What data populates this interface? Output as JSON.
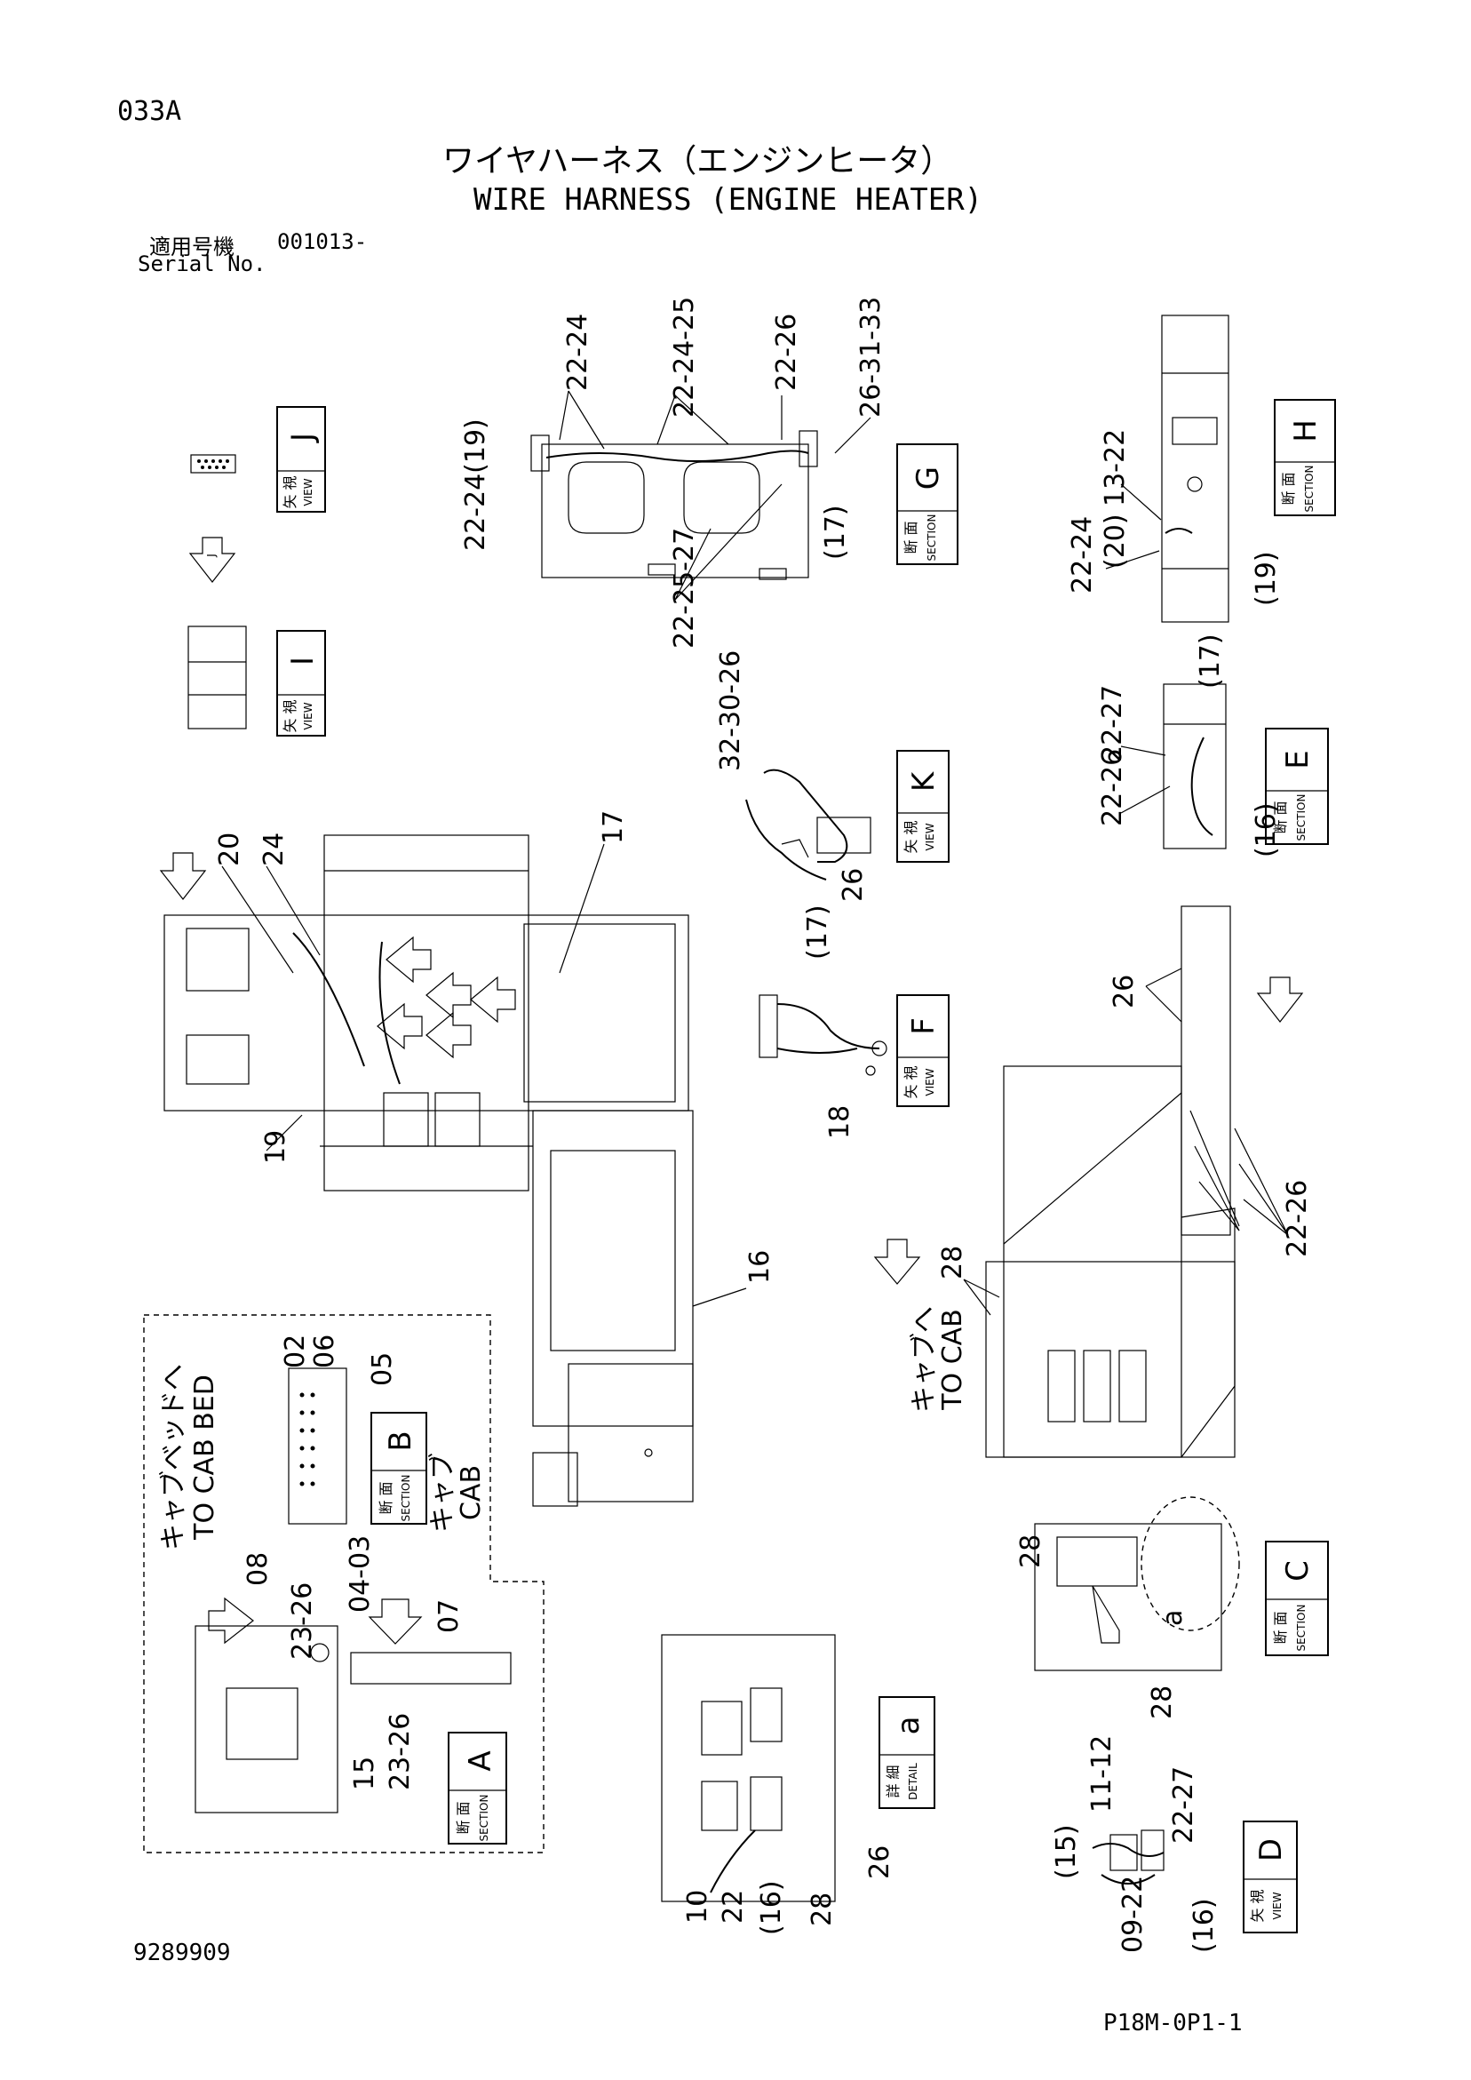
{
  "header": {
    "page_code": "033A",
    "title_jp": "ワイヤハーネス（エンジンヒータ）",
    "title_en": "WIRE HARNESS (ENGINE HEATER)",
    "serial_label_jp": "適用号機",
    "serial_value": "001013-",
    "serial_label_en": "Serial No."
  },
  "footer": {
    "document_number": "9289909",
    "page_ref": "P18M-0P1-1"
  },
  "tags": {
    "view_jp": "矢 視",
    "view_en": "VIEW",
    "section_jp": "断 面",
    "section_en": "SECTION",
    "detail_jp": "詳 細",
    "detail_en": "DETAIL",
    "J": "J",
    "I": "I",
    "G": "G",
    "H": "H",
    "K": "K",
    "E": "E",
    "F": "F",
    "B": "B",
    "C": "C",
    "A": "A",
    "a": "a",
    "D": "D"
  },
  "destinations": {
    "to_cab_bed_jp": "キャブベッドへ",
    "to_cab_bed_en": "TO CAB BED",
    "cab_jp": "キャブ",
    "cab_en": "CAB",
    "to_cab_jp": "キャブへ",
    "to_cab_en": "TO CAB"
  },
  "callouts": {
    "g_top_1": "22-24",
    "g_top_2": "22-24-25",
    "g_top_3": "22-26",
    "g_top_4": "26-31-33",
    "g_left": "22-24(19)",
    "g_right": "(17)",
    "g_bottom": "22-25-27",
    "h_1": "13-22",
    "h_2": "(20)",
    "h_3": "22-24",
    "h_4": "(19)",
    "e_1": "(17)",
    "e_2": "22-27",
    "e_3": "22-26",
    "e_4": "(16)",
    "k_1": "32-30-26",
    "k_2": "26",
    "k_3": "(17)",
    "main_20": "20",
    "main_24": "24",
    "main_17": "17",
    "main_19": "19",
    "main_16": "16",
    "f_18": "18",
    "side_26": "26",
    "side_22_26": "22-26",
    "side_28": "28",
    "b_02": "02",
    "b_06": "06",
    "b_05": "05",
    "b_08": "08",
    "b_04_03": "04-03",
    "a_23_26_top": "23-26",
    "a_07": "07",
    "a_23_26": "23-26",
    "a_15": "15",
    "c_28_left": "28",
    "c_28_bottom": "28",
    "c_a": "a",
    "det_26": "26",
    "det_10": "10",
    "det_22": "22",
    "det_16": "(16)",
    "det_28": "28",
    "d_11_12": "11-12",
    "d_22_27": "22-27",
    "d_15": "(15)",
    "d_09_22": "09-22",
    "d_16": "(16)"
  }
}
